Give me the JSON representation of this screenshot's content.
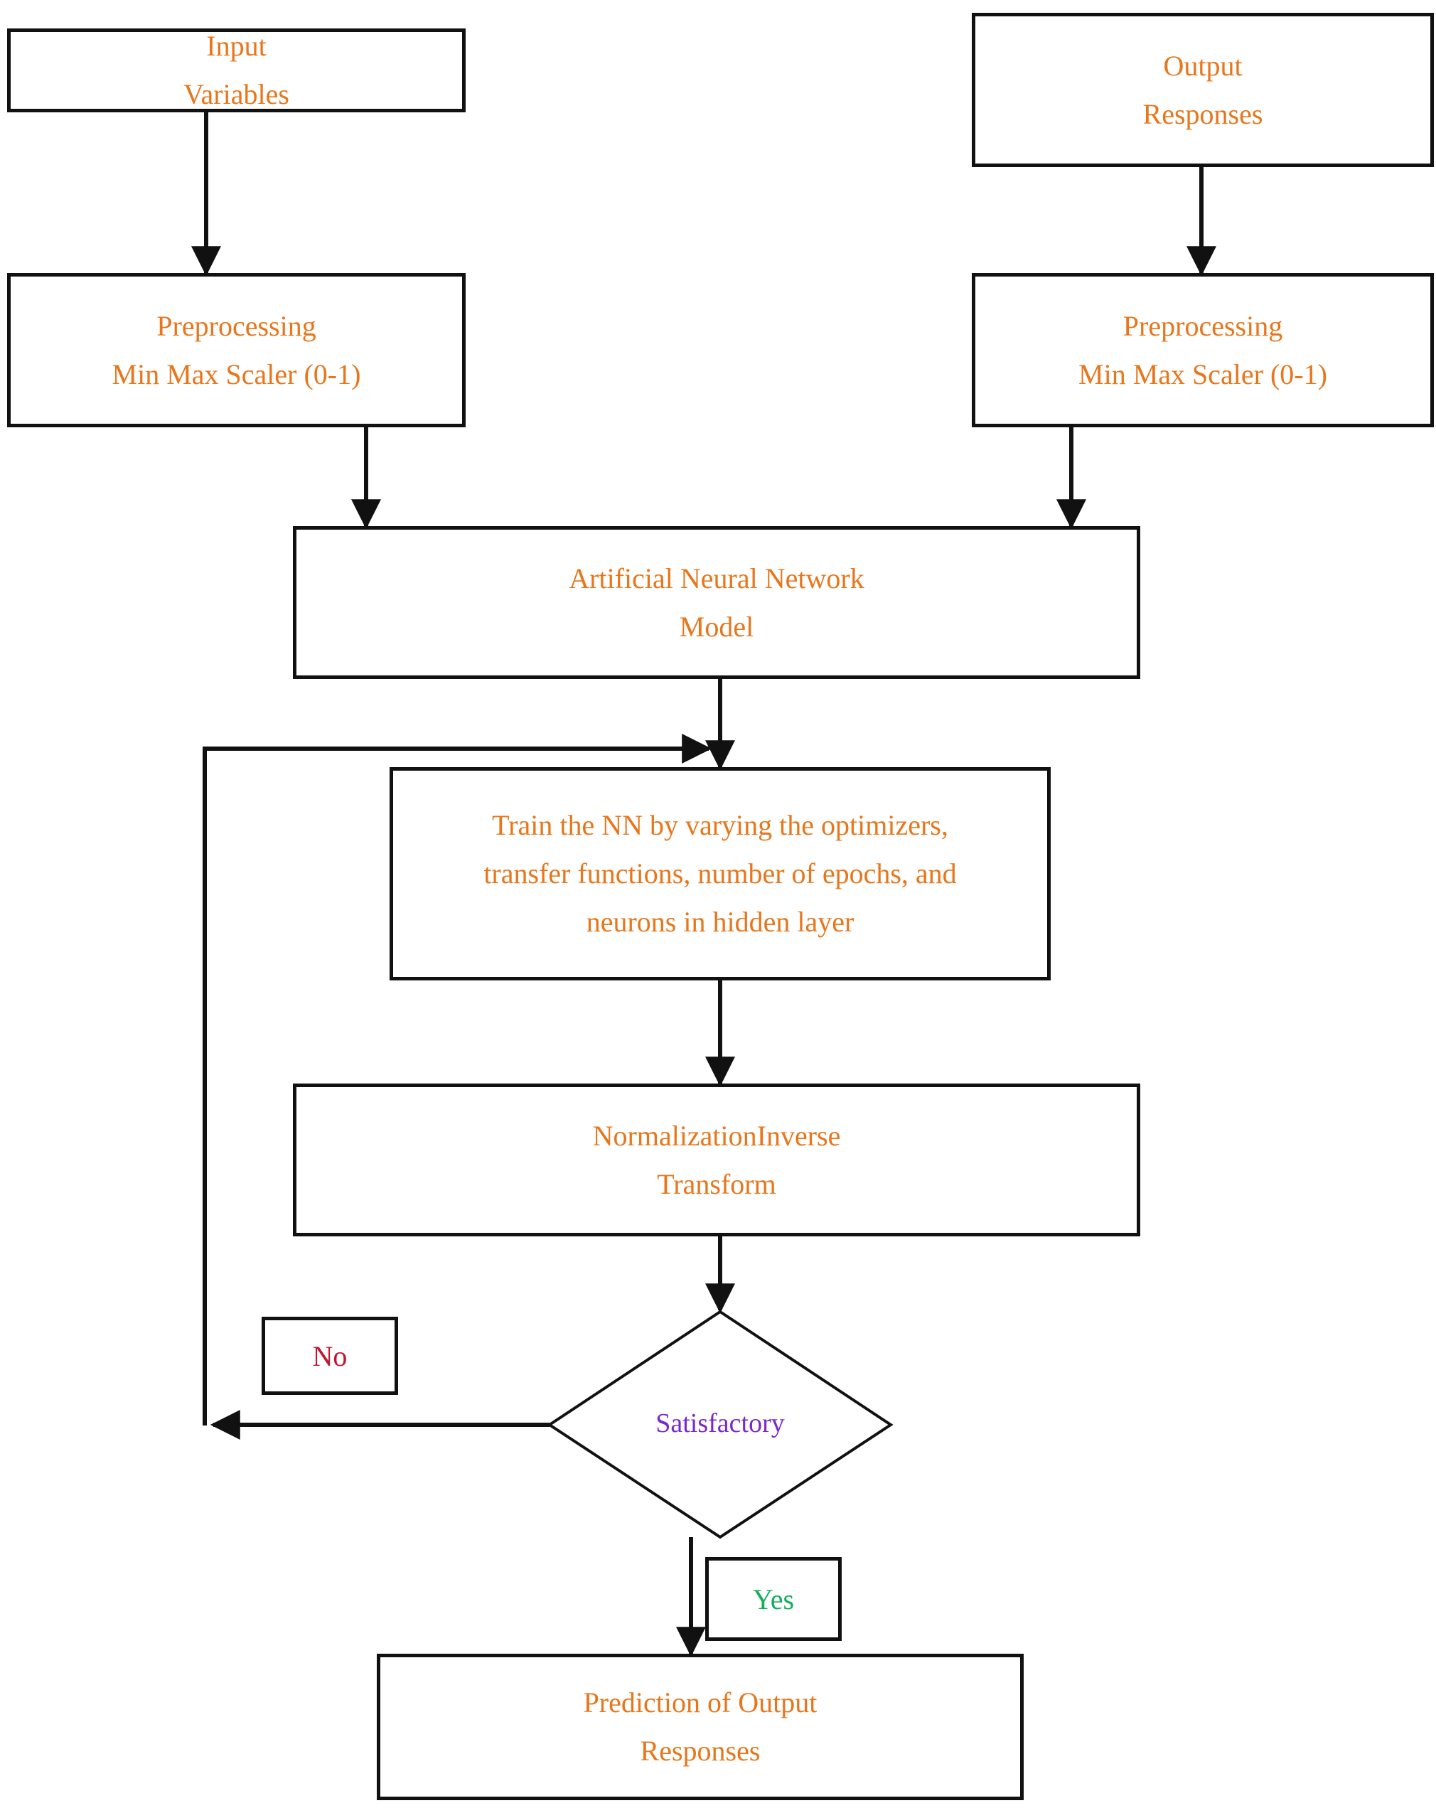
{
  "diagram": {
    "title": "Artificial Neural Network modelling workflow flowchart",
    "colors": {
      "node_text": "#E8761B",
      "decision_text": "#7A28C8",
      "no_label": "#C2162E",
      "yes_label": "#14AE5C",
      "stroke": "#111111",
      "background": "#FFFFFF"
    },
    "nodes": {
      "input_variables": {
        "line1": "Input",
        "line2": "Variables"
      },
      "output_responses": {
        "line1": "Output",
        "line2": "Responses"
      },
      "preprocessing_left": {
        "line1": "Preprocessing",
        "line2": "Min Max Scaler (0-1)"
      },
      "preprocessing_right": {
        "line1": "Preprocessing",
        "line2": "Min Max Scaler (0-1)"
      },
      "ann_model": {
        "line1": "Artificial Neural Network",
        "line2": "Model"
      },
      "train_nn": {
        "line1": "Train the NN by varying the optimizers,",
        "line2": "transfer functions, number of epochs, and",
        "line3": "neurons in hidden layer"
      },
      "normalization": {
        "line1": "NormalizationInverse",
        "line2": "Transform"
      },
      "decision": {
        "label": "Satisfactory"
      },
      "prediction": {
        "line1": "Prediction of Output",
        "line2": "Responses"
      }
    },
    "edge_labels": {
      "no": "No",
      "yes": "Yes"
    }
  }
}
